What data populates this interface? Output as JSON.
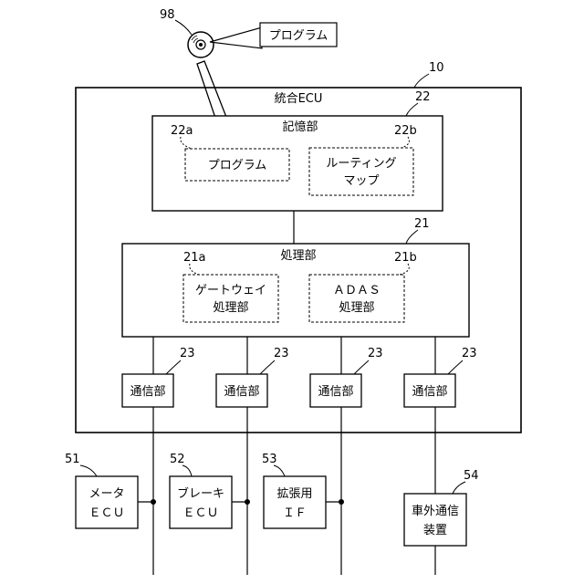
{
  "diagram": {
    "disc": {
      "ref": "98",
      "callout": "プログラム"
    },
    "ecu": {
      "ref": "10",
      "title": "統合ECU"
    },
    "storage": {
      "ref": "22",
      "title": "記憶部",
      "program": {
        "ref": "22a",
        "lines": [
          "プログラム"
        ]
      },
      "routing_map": {
        "ref": "22b",
        "lines": [
          "ルーティング",
          "マップ"
        ]
      }
    },
    "processing": {
      "ref": "21",
      "title": "処理部",
      "gateway": {
        "ref": "21a",
        "lines": [
          "ゲートウェイ",
          "処理部"
        ]
      },
      "adas": {
        "ref": "21b",
        "lines": [
          "ＡＤＡＳ",
          "処理部"
        ]
      }
    },
    "comm_units": [
      {
        "ref": "23",
        "label": "通信部"
      },
      {
        "ref": "23",
        "label": "通信部"
      },
      {
        "ref": "23",
        "label": "通信部"
      },
      {
        "ref": "23",
        "label": "通信部"
      }
    ],
    "devices": [
      {
        "ref": "51",
        "lines": [
          "メータ",
          "ＥＣＵ"
        ]
      },
      {
        "ref": "52",
        "lines": [
          "ブレーキ",
          "ＥＣＵ"
        ]
      },
      {
        "ref": "53",
        "lines": [
          "拡張用",
          "ＩＦ"
        ]
      },
      {
        "ref": "54",
        "lines": [
          "車外通信",
          "装置"
        ]
      }
    ]
  }
}
